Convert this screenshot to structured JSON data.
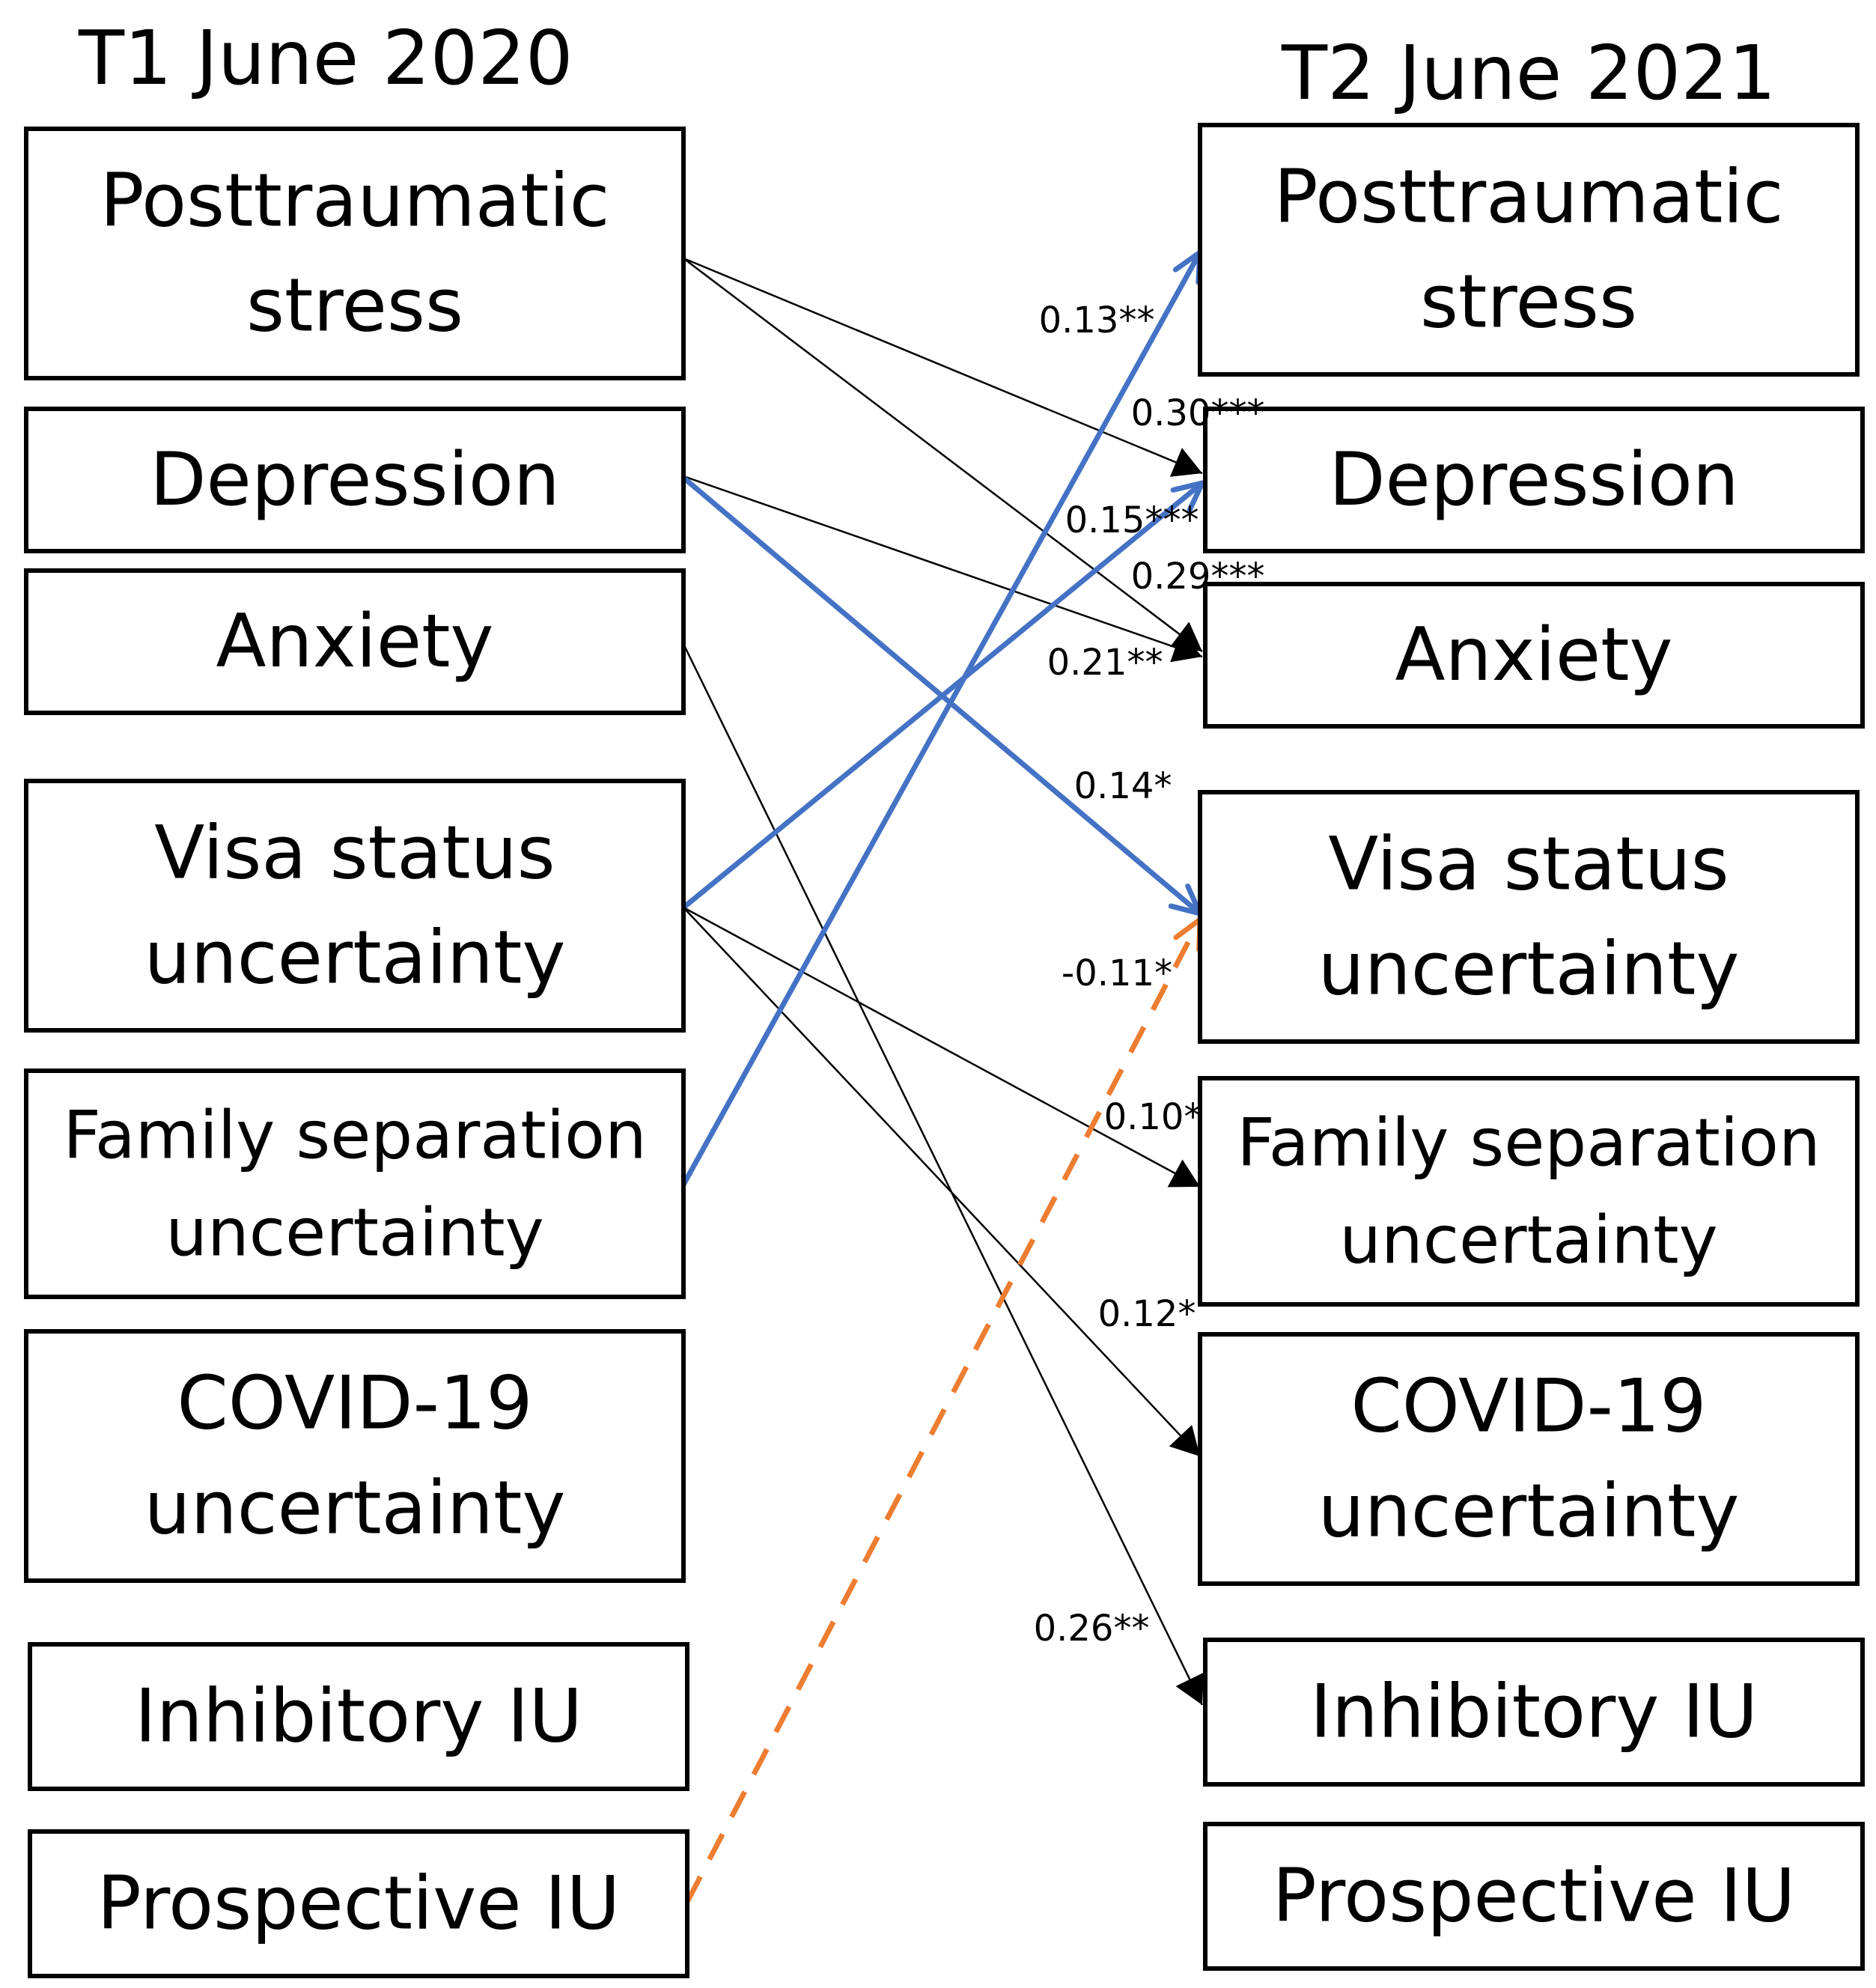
{
  "titles": {
    "t1": "T1 June 2020",
    "t2": "T2 June 2021"
  },
  "nodes_t1": {
    "ptsd": [
      "Posttraumatic",
      "stress"
    ],
    "depression": [
      "Depression"
    ],
    "anxiety": [
      "Anxiety"
    ],
    "visa": [
      "Visa status",
      "uncertainty"
    ],
    "family": [
      "Family separation",
      "uncertainty"
    ],
    "covid": [
      "COVID-19",
      "uncertainty"
    ],
    "inhibitory": [
      "Inhibitory IU"
    ],
    "prospective": [
      "Prospective IU"
    ]
  },
  "nodes_t2": {
    "ptsd": [
      "Posttraumatic",
      "stress"
    ],
    "depression": [
      "Depression"
    ],
    "anxiety": [
      "Anxiety"
    ],
    "visa": [
      "Visa status",
      "uncertainty"
    ],
    "family": [
      "Family separation",
      "uncertainty"
    ],
    "covid": [
      "COVID-19",
      "uncertainty"
    ],
    "inhibitory": [
      "Inhibitory IU"
    ],
    "prospective": [
      "Prospective IU"
    ]
  },
  "colors": {
    "black": "#000000",
    "blue": "#4472C4",
    "orange": "#ED7D31"
  },
  "edges": [
    {
      "from": "ptsd",
      "to": "depression",
      "label": "0.30***",
      "style": "thin"
    },
    {
      "from": "ptsd",
      "to": "anxiety",
      "label": "0.29***",
      "style": "thin"
    },
    {
      "from": "depression",
      "to": "anxiety",
      "label": "0.21**",
      "style": "thin"
    },
    {
      "from": "depression",
      "to": "visa",
      "label": "0.14*",
      "style": "blue"
    },
    {
      "from": "anxiety",
      "to": "inhibitory",
      "label": "0.26**",
      "style": "thin"
    },
    {
      "from": "visa",
      "to": "depression",
      "label": "0.15***",
      "style": "blue"
    },
    {
      "from": "visa",
      "to": "family",
      "label": "0.10*",
      "style": "thin"
    },
    {
      "from": "visa",
      "to": "covid",
      "label": "0.12*",
      "style": "thin"
    },
    {
      "from": "family",
      "to": "ptsd",
      "label": "0.13**",
      "style": "blue"
    },
    {
      "from": "prospective",
      "to": "visa",
      "label": "-0.11*",
      "style": "orange-dashed"
    }
  ]
}
